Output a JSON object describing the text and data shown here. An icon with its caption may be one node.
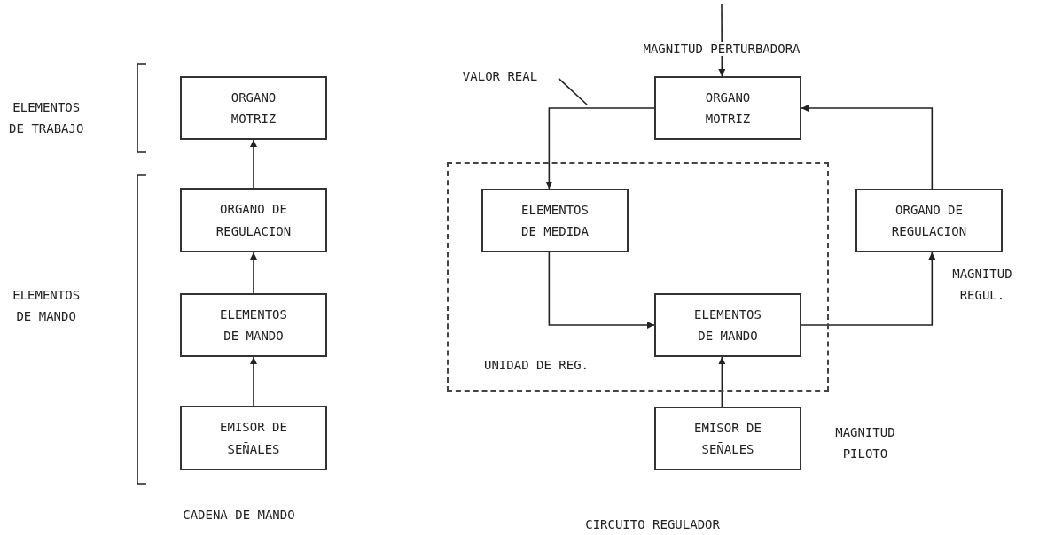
{
  "diagram": {
    "nodes": [
      {
        "text": [
          "ORGANO MOTRIZ"
        ]
      },
      {
        "text": [
          "ORGANO DE REGULACION"
        ]
      },
      {
        "text": [
          "ELEMENTOS DE MANDO"
        ]
      },
      {
        "text": [
          "EMISOR DE SEÑALES"
        ]
      },
      {
        "text": [
          "VALOR REAL"
        ]
      },
      {
        "text": [
          "ORGANO MOTRIZ"
        ]
      },
      {
        "text": [
          "UNIDAD DE REG."
        ]
      },
      {
        "text": [
          "ELEMENTOS DE MEDIDA"
        ],
        "in": 6
      },
      {
        "text": [
          "ELEMENTOS DE MANDO"
        ],
        "in": 6
      },
      {
        "text": [
          "ORGANO DE REGULACION"
        ]
      },
      {
        "text": [
          "EMISOR DE SEÑALES"
        ]
      }
    ],
    "edges": [
      {
        "from": 1,
        "to": 0,
        "arrow": "to"
      },
      {
        "from": 2,
        "to": 1,
        "arrow": "to"
      },
      {
        "from": 3,
        "to": 2,
        "arrow": "to"
      },
      {
        "from": null,
        "to": 5,
        "arrow": "to",
        "label": "MAGNITUD PERTURBADORA"
      },
      {
        "from": 5,
        "to": 7,
        "arrow": "to"
      },
      {
        "from": 7,
        "to": 8,
        "arrow": "to"
      },
      {
        "from": 8,
        "to": 9,
        "arrow": "to"
      },
      {
        "from": 9,
        "to": 5,
        "arrow": "to"
      },
      {
        "from": 10,
        "to": 8,
        "arrow": "to"
      },
      {
        "from": 4,
        "to": null,
        "arrow": "none"
      }
    ],
    "labels": [
      "ELEMENTOS DE TRABAJO",
      "ELEMENTOS DE MANDO",
      "MAGNITUD REGUL.",
      "MAGNITUD PILOTO",
      "CADENA DE MANDO",
      "CIRCUITO REGULADOR"
    ]
  }
}
